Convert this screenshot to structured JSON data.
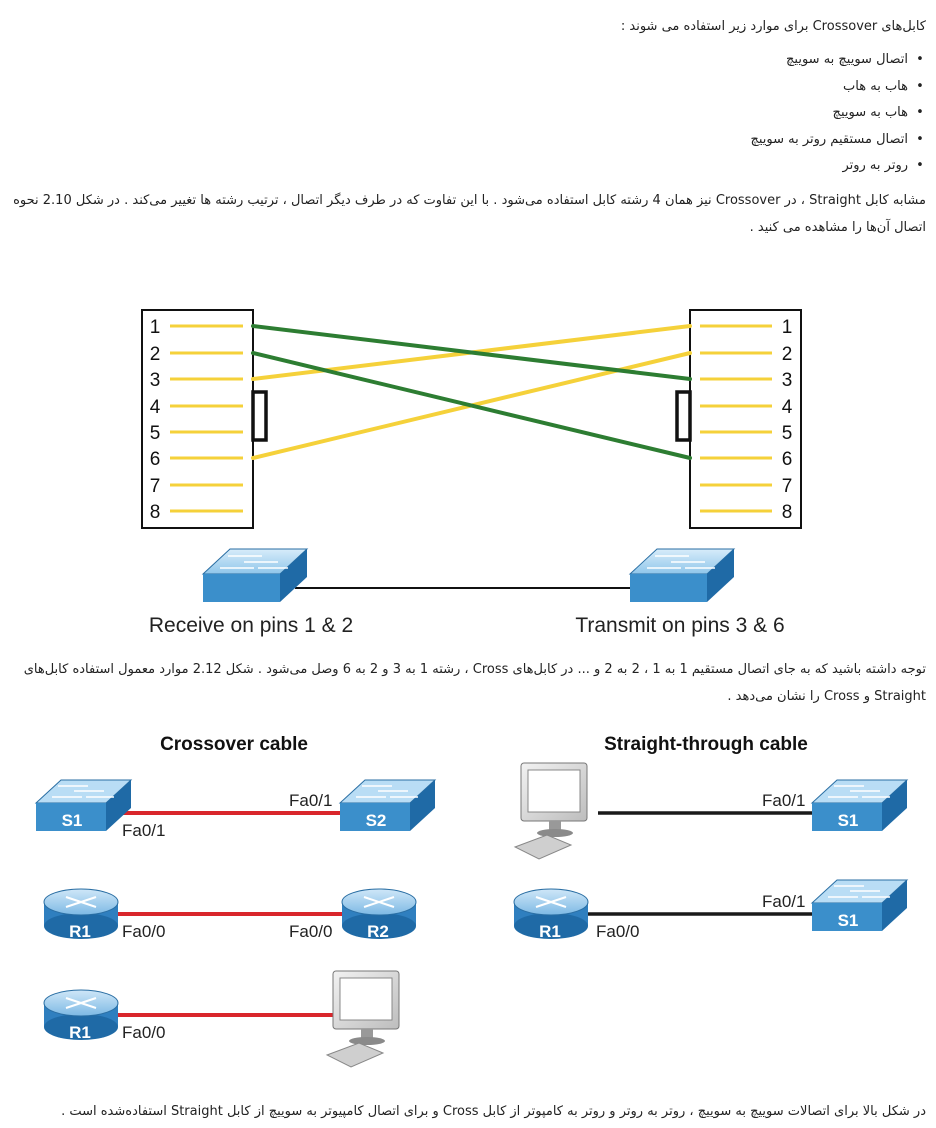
{
  "intro": "کابل‌های Crossover برای موارد زیر استفاده می شوند :",
  "uses": [
    "اتصال سوییچ به سوییچ",
    "هاب به هاب",
    "هاب به سوییچ",
    "اتصال مستقیم روتر به سوییچ",
    "روتر به روتر"
  ],
  "para1": "مشابه کابل Straight ، در Crossover نیز همان 4 رشته کابل استفاده می‌شود . با این تفاوت که در طرف دیگر اتصال ، ترتیب رشته ها تغییر می‌کند . در شکل 2.10 نحوه اتصال آن‌ها را مشاهده می کنید .",
  "pinout": {
    "pins": [
      "1",
      "2",
      "3",
      "4",
      "5",
      "6",
      "7",
      "8"
    ],
    "left_label": "Receive on pins 1 & 2",
    "right_label": "Transmit on pins 3 & 6",
    "colors": {
      "green": "#2d7d32",
      "yellow": "#f5d13a",
      "cable": "#000000"
    }
  },
  "para2": "توجه داشته باشید که به جای اتصال مستقیم 1 به 1 ، 2 به 2 و ... در کابل‌های Cross ، رشته 1 به 3 و 2 به 6 وصل می‌شود . شکل 2.12 موارد معمول استفاده کابل‌های Straight و Cross را نشان می‌دهد .",
  "cables": {
    "crossover": {
      "title": "Crossover cable",
      "row1": {
        "left_device": "S1",
        "right_device": "S2",
        "left_port": "Fa0/1",
        "right_port": "Fa0/1"
      },
      "row2": {
        "left_device": "R1",
        "right_device": "R2",
        "left_port": "Fa0/0",
        "right_port": "Fa0/0"
      },
      "row3": {
        "left_device": "R1",
        "left_port": "Fa0/0"
      }
    },
    "straight": {
      "title": "Straight-through cable",
      "row1": {
        "right_device": "S1",
        "right_port": "Fa0/1"
      },
      "row2": {
        "left_device": "R1",
        "right_device": "S1",
        "left_port": "Fa0/0",
        "right_port": "Fa0/1"
      }
    },
    "colors": {
      "cross_line": "#d9262b",
      "straight_line": "#1a1a1a",
      "device_blue": "#3b8fcb"
    }
  },
  "para3": "در شکل بالا برای اتصالات سوییچ به سوییچ ، روتر به روتر و روتر به کامپوتر از کابل Cross و برای اتصال کامپیوتر به سوییچ از کابل Straight استفاده‌شده است ."
}
